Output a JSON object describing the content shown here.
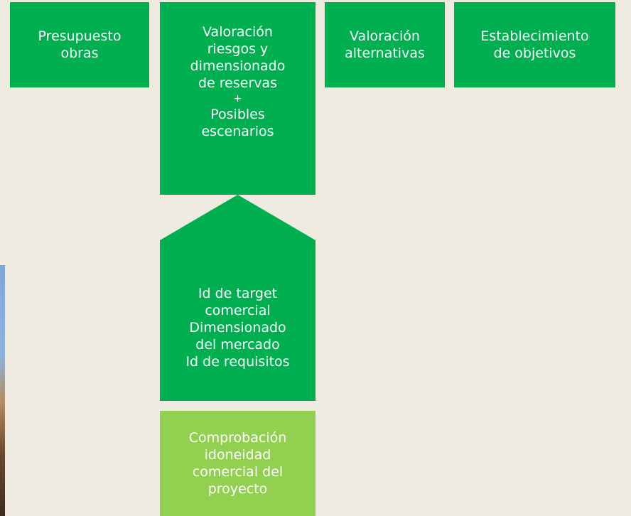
{
  "colors": {
    "background": "#efebe1",
    "box_green": "#00b050",
    "box_light_green": "#92d050",
    "text": "#ffffff"
  },
  "boxes": {
    "presupuesto": {
      "lines": [
        "Presupuesto",
        "obras"
      ]
    },
    "valoracion_riesgos": {
      "lines": [
        "Valoración",
        "riesgos y",
        "dimensionado",
        "de reservas",
        "+",
        "Posibles",
        "escenarios"
      ]
    },
    "valoracion_alternativas": {
      "lines": [
        "Valoración",
        "alternativas"
      ]
    },
    "establecimiento": {
      "lines": [
        "Establecimiento",
        "de objetivos"
      ]
    },
    "target": {
      "lines": [
        "Id de target",
        "comercial",
        "Dimensionado",
        "del mercado",
        "",
        "Id de requisitos"
      ]
    },
    "comprobacion": {
      "lines": [
        "Comprobación",
        "idoneidad",
        "comercial del",
        "proyecto"
      ]
    }
  }
}
